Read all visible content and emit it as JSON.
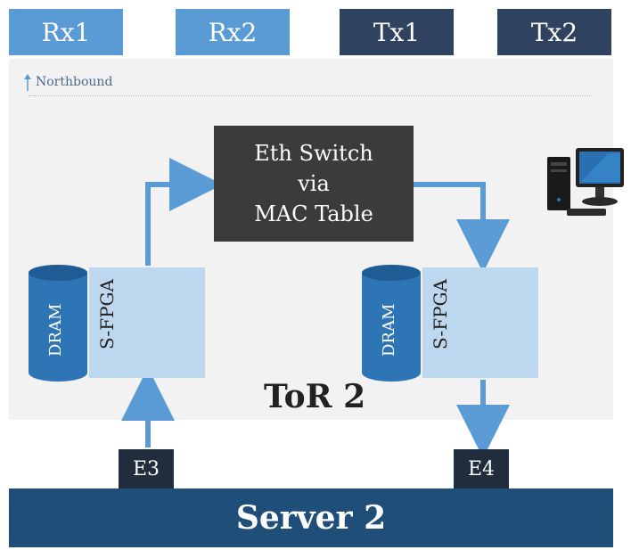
{
  "tabs": [
    {
      "label": "Rx1",
      "color": "#5b9bd5"
    },
    {
      "label": "Rx2",
      "color": "#5b9bd5"
    },
    {
      "label": "Tx1",
      "color": "#2f4360"
    },
    {
      "label": "Tx2",
      "color": "#2f4360"
    }
  ],
  "panel": {
    "northbound_label": "Northbound",
    "tor_label": "ToR 2"
  },
  "switch": {
    "line1": "Eth Switch",
    "line2": "via",
    "line3": "MAC Table"
  },
  "left_block": {
    "dram_label": "DRAM",
    "fpga_label": "S-FPGA"
  },
  "right_block": {
    "dram_label": "DRAM",
    "fpga_label": "S-FPGA"
  },
  "ports": {
    "left": "E3",
    "right": "E4"
  },
  "server": {
    "label": "Server 2"
  },
  "icons": {
    "computer": "desktop-computer-icon"
  },
  "colors": {
    "rx": "#5b9bd5",
    "tx": "#2f4360",
    "arrow": "#5b9bd5",
    "dram": "#2e75b6",
    "fpga": "#bdd7ee",
    "switch": "#3b3b3b",
    "server": "#1f4e79"
  }
}
